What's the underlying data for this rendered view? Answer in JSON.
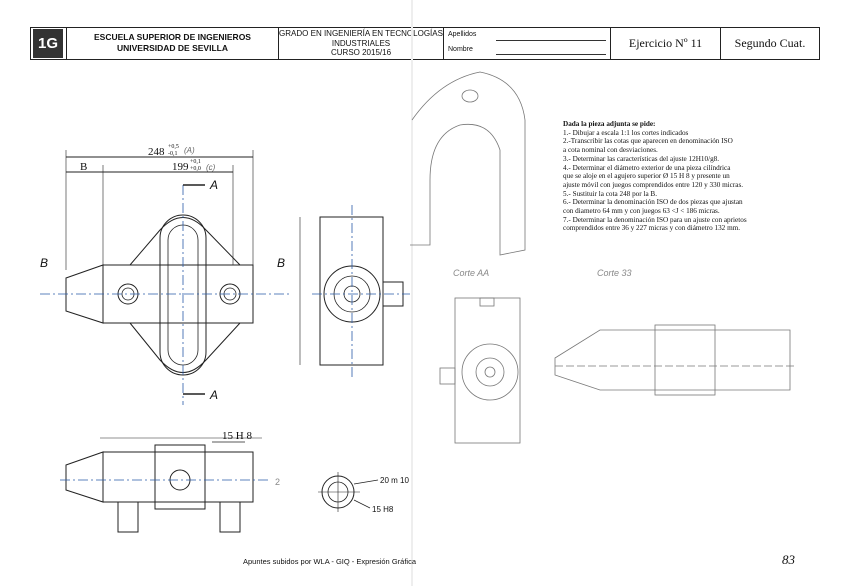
{
  "header": {
    "logo_text": "1G",
    "school_line1": "ESCUELA SUPERIOR DE INGENIEROS",
    "school_line2": "UNIVERSIDAD DE SEVILLA",
    "degree_line1": "GRADO EN INGENIERÍA EN TECNOLOGÍAS",
    "degree_line2": "INDUSTRIALES",
    "degree_line3": "CURSO 2015/16",
    "apellidos_label": "Apellidos",
    "nombre_label": "Nombre",
    "exercise": "Ejercicio Nº 11",
    "term": "Segundo Cuat."
  },
  "drawing": {
    "dim_248": "248",
    "tol_248_upper": "+0,5",
    "tol_248_lower": "-0,1",
    "dim_248_note": "(A)",
    "dim_199": "199",
    "tol_199_upper": "+0,1",
    "tol_199_lower": "+0,0",
    "dim_199_note": "(c)",
    "dim_B": "B",
    "section_A": "A",
    "section_B": "B",
    "hole_fit": "15 H 8",
    "detail_shaft": "20 m 10",
    "detail_hole": "15 H8",
    "note_2": "2",
    "sketch_corte_aa": "Corte AA",
    "sketch_corte_bb": "Corte 33"
  },
  "task": {
    "intro": "Dada la pieza adjunta se pide:",
    "lines": [
      "1.- Dibujar a escala 1:1 los cortes indicados",
      "2.-Transcribir las cotas que aparecen en denominación ISO",
      "a cota nominal con desviaciones.",
      "3.- Determinar las características del ajuste 12H10/g8.",
      "4.- Determinar el diámetro exterior de una pieza cilíndrica",
      "que se aloje en el agujero superior Ø 15 H 8 y presente un",
      "ajuste móvil con juegos comprendidos entre 120 y 330 micras.",
      "5.- Sustituir la cota 248 por la B.",
      "6.- Determinar la denominación ISO de dos piezas que ajustan",
      "con diametro 64 mm y con juegos 63 <J < 186 micras.",
      "7.- Determinar la denominación ISO para un ajuste con aprietos",
      "comprendidos entre 36 y 227 micras y con diámetro 132 mm."
    ]
  },
  "footer": "Apuntes subidos por WLA - GIQ - Expresión Gráfica",
  "page_number": "83"
}
